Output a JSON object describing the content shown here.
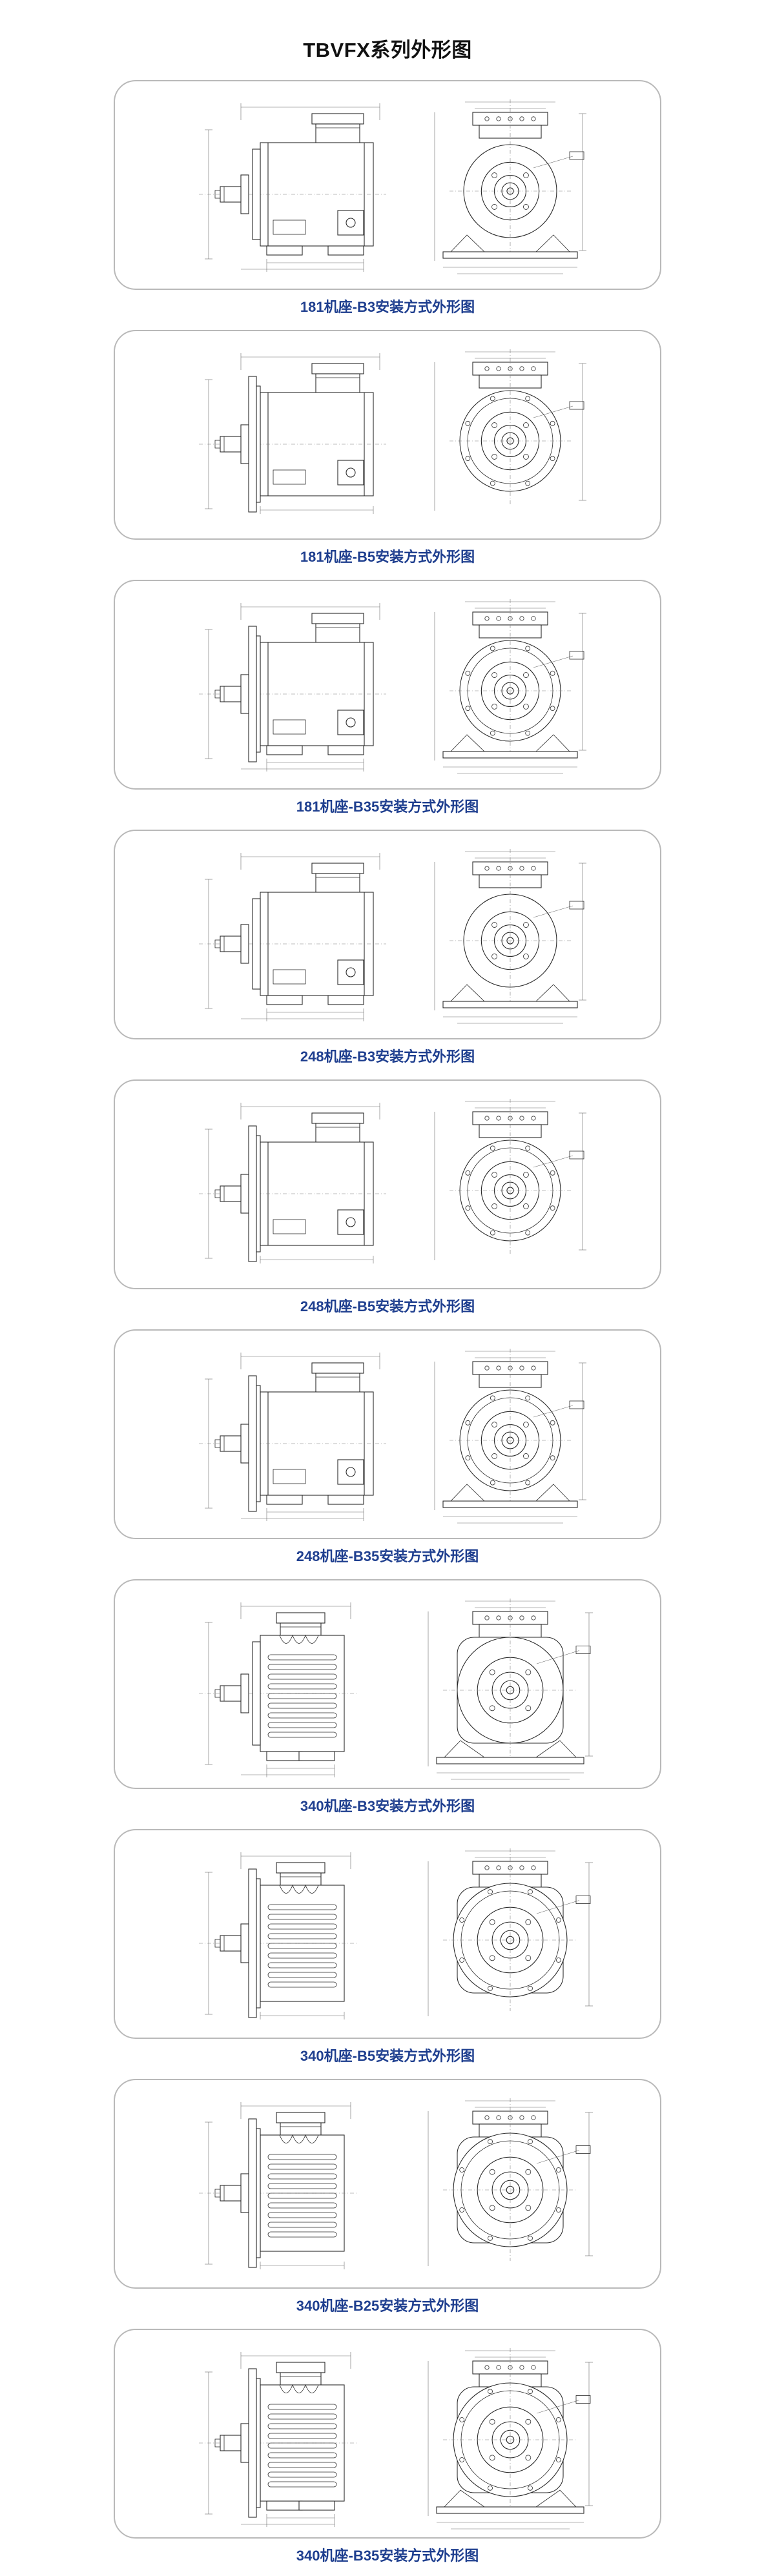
{
  "page": {
    "title": "TBVFX系列外形图"
  },
  "sections": [
    {
      "caption": "181机座-B3安装方式外形图",
      "frame": "181",
      "mount": "B3"
    },
    {
      "caption": "181机座-B5安装方式外形图",
      "frame": "181",
      "mount": "B5"
    },
    {
      "caption": "181机座-B35安装方式外形图",
      "frame": "181",
      "mount": "B35"
    },
    {
      "caption": "248机座-B3安装方式外形图",
      "frame": "248",
      "mount": "B3"
    },
    {
      "caption": "248机座-B5安装方式外形图",
      "frame": "248",
      "mount": "B5"
    },
    {
      "caption": "248机座-B35安装方式外形图",
      "frame": "248",
      "mount": "B35"
    },
    {
      "caption": "340机座-B3安装方式外形图",
      "frame": "340",
      "mount": "B3"
    },
    {
      "caption": "340机座-B5安装方式外形图",
      "frame": "340",
      "mount": "B5"
    },
    {
      "caption": "340机座-B25安装方式外形图",
      "frame": "340",
      "mount": "B25"
    },
    {
      "caption": "340机座-B35安装方式外形图",
      "frame": "340",
      "mount": "B35"
    }
  ],
  "colors": {
    "caption": "#1f3f8f",
    "border": "#b9b9b9",
    "line": "#2a2a2a"
  }
}
